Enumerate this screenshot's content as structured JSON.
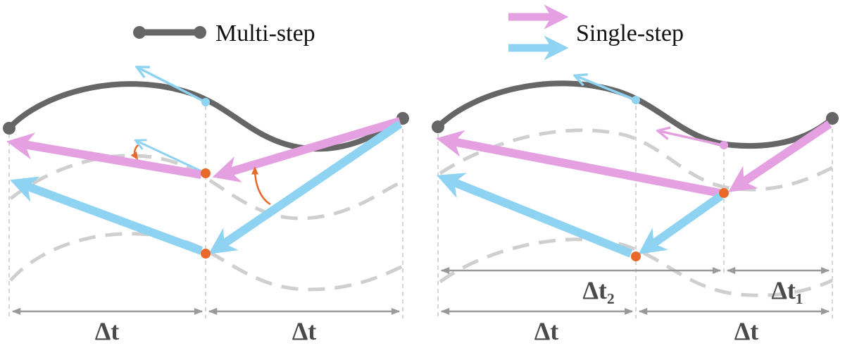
{
  "legend": {
    "multi_step": "Multi-step",
    "single_step": "Single-step"
  },
  "left_panel": {
    "interval_left": "Δt",
    "interval_right": "Δt"
  },
  "right_panel": {
    "interval_t2": "Δt₂",
    "interval_t1": "Δt₁",
    "interval_left": "Δt",
    "interval_right": "Δt"
  },
  "colors": {
    "trajectory": "#666666",
    "single_step_pink": "#e4a0e0",
    "single_step_blue": "#8fd3f2",
    "point_orange": "#e8692a",
    "dashed": "#cfcfcf",
    "guide": "#999999"
  }
}
